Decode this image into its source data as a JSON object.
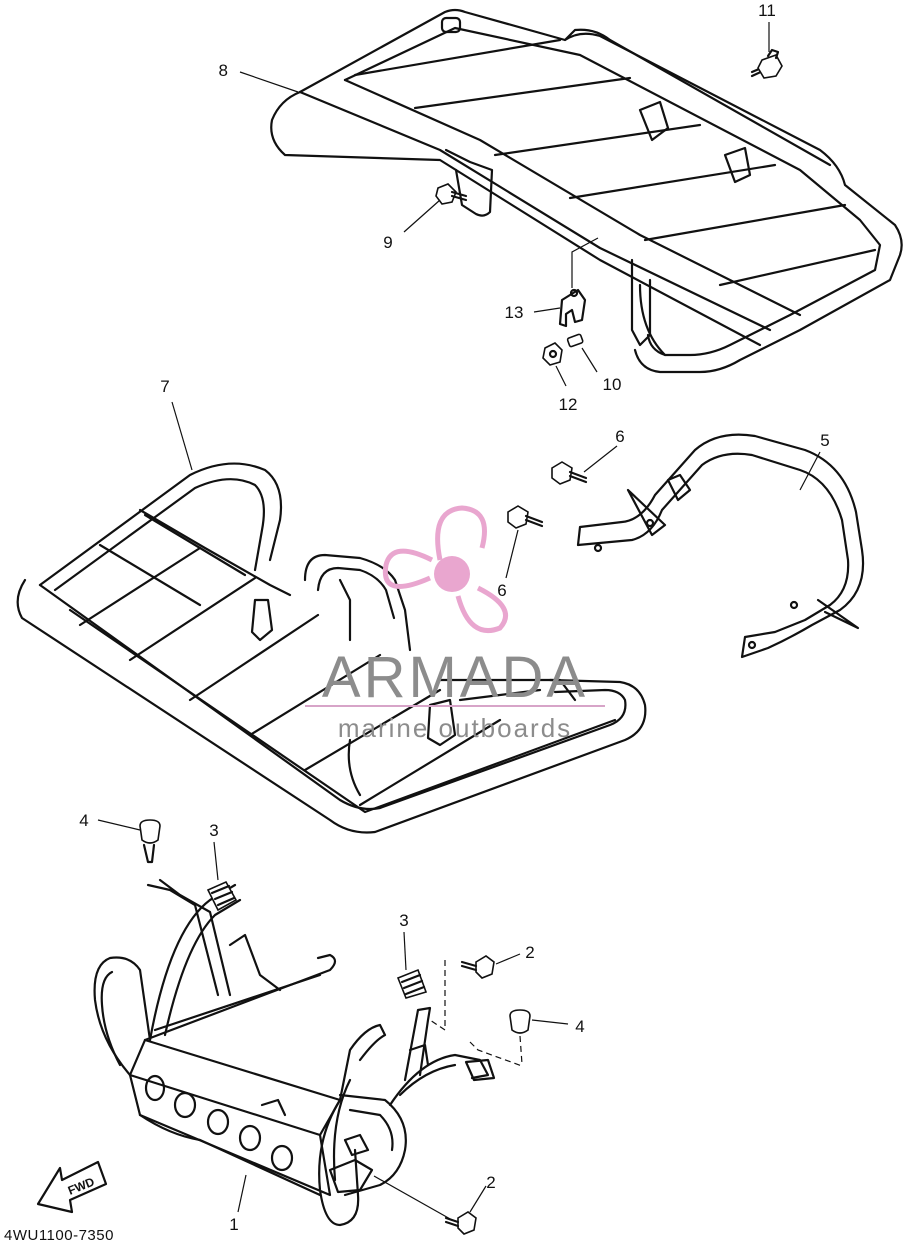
{
  "diagram": {
    "part_code": "4WU1100-7350",
    "callouts": [
      "1",
      "2",
      "2",
      "3",
      "3",
      "4",
      "4",
      "5",
      "6",
      "6",
      "7",
      "8",
      "9",
      "10",
      "11",
      "12",
      "13"
    ],
    "fwd_label": "FWD"
  },
  "watermark": {
    "brand": "ARMADA",
    "tagline": "marine outboards",
    "logo_color": "#e9a6cf"
  }
}
